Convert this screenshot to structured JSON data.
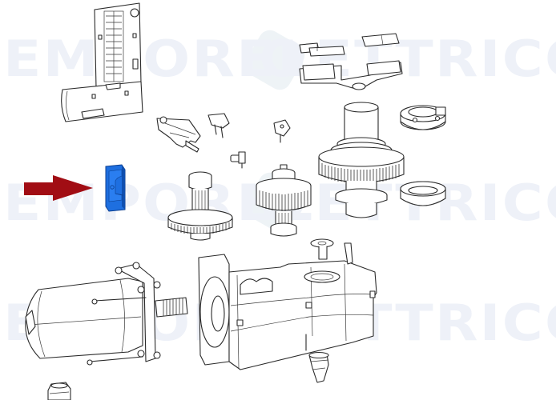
{
  "diagram": {
    "type": "exploded-parts-view",
    "subject": "gear motor assembly",
    "highlighted_part": {
      "name": "blue-block-part",
      "color": "#1e6fe0",
      "shade_color": "#0f4fb0"
    },
    "pointer_arrow": {
      "direction": "right",
      "color": "#a10d14"
    },
    "watermark": {
      "text_left": "EMPORIO",
      "text_right": "ELETTRICO",
      "color": "#eef1f8",
      "rows": 3
    },
    "parts": [
      "control-board-bracket",
      "limit-switch-pair",
      "limit-switch-base-plate",
      "switch-cam-lever",
      "small-clip",
      "small-pin-bracket",
      "small-screw",
      "clamp-ring",
      "output-shaft-gear",
      "bearing-ring",
      "pinion-gear-left",
      "pinion-gear-middle",
      "electric-motor",
      "gearbox-housing",
      "bottom-nut"
    ]
  }
}
